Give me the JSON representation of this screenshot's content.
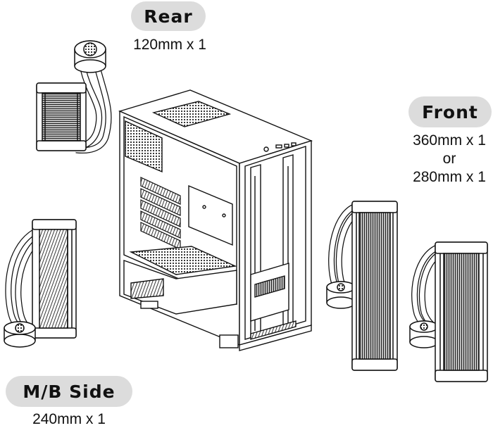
{
  "labels": {
    "rear": {
      "title": "Rear",
      "lines": [
        "120mm x 1"
      ]
    },
    "front": {
      "title": "Front",
      "lines": [
        "360mm x 1",
        "or",
        "280mm x 1"
      ]
    },
    "mb_side": {
      "title": "M/B Side",
      "lines": [
        "240mm x 1"
      ]
    }
  },
  "colors": {
    "pill": "#dcdcdc",
    "line": "#111111",
    "mesh": "#2a2a2a"
  }
}
